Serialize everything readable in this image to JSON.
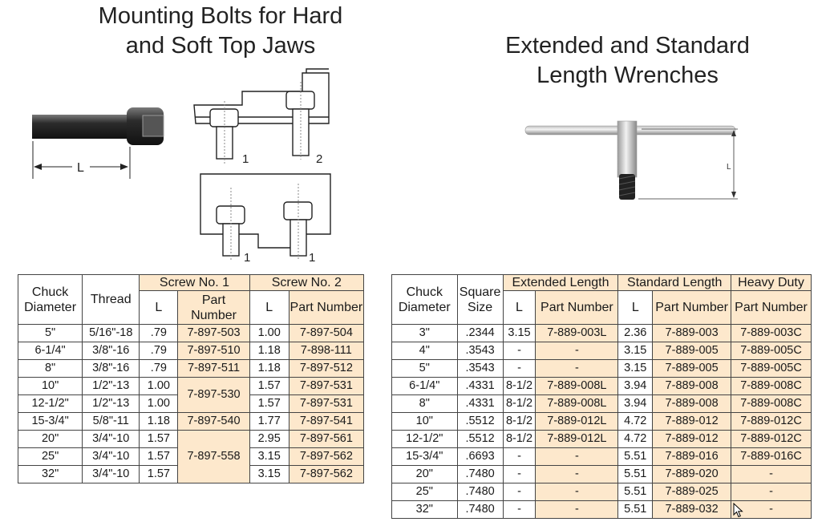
{
  "left": {
    "title_line1": "Mounting Bolts for Hard",
    "title_line2": "and Soft Top Jaws",
    "bolt_dim_label": "L",
    "jaw_labels": [
      "1",
      "2",
      "1",
      "1"
    ],
    "table": {
      "head_chuck": "Chuck Diameter",
      "head_thread": "Thread",
      "head_screw1": "Screw No. 1",
      "head_screw2": "Screw No. 2",
      "head_l": "L",
      "head_part": "Part Number",
      "rows": [
        [
          "5\"",
          "5/16\"-18",
          ".79",
          "7-897-503",
          "1.00",
          "7-897-504"
        ],
        [
          "6-1/4\"",
          "3/8\"-16",
          ".79",
          "7-897-510",
          "1.18",
          "7-898-111"
        ],
        [
          "8\"",
          "3/8\"-16",
          ".79",
          "7-897-511",
          "1.18",
          "7-897-512"
        ],
        [
          "10\"",
          "1/2\"-13",
          "1.00",
          "7-897-530",
          "1.57",
          "7-897-531"
        ],
        [
          "12-1/2\"",
          "1/2\"-13",
          "1.00",
          "",
          "1.57",
          "7-897-531"
        ],
        [
          "15-3/4\"",
          "5/8\"-11",
          "1.18",
          "7-897-540",
          "1.77",
          "7-897-541"
        ],
        [
          "20\"",
          "3/4\"-10",
          "1.57",
          "7-897-558",
          "2.95",
          "7-897-561"
        ],
        [
          "25\"",
          "3/4\"-10",
          "1.57",
          "",
          "3.15",
          "7-897-562"
        ],
        [
          "32\"",
          "3/4\"-10",
          "1.57",
          "",
          "3.15",
          "7-897-562"
        ]
      ]
    }
  },
  "right": {
    "title_line1": "Extended and Standard",
    "title_line2": "Length Wrenches",
    "wrench_dim_label": "L",
    "table": {
      "head_chuck": "Chuck Diameter",
      "head_square": "Square Size",
      "head_ext": "Extended Length",
      "head_std": "Standard Length",
      "head_heavy": "Heavy Duty",
      "head_l": "L",
      "head_part": "Part Number",
      "rows": [
        [
          "3\"",
          ".2344",
          "3.15",
          "7-889-003L",
          "2.36",
          "7-889-003",
          "7-889-003C"
        ],
        [
          "4\"",
          ".3543",
          "-",
          "-",
          "3.15",
          "7-889-005",
          "7-889-005C"
        ],
        [
          "5\"",
          ".3543",
          "-",
          "-",
          "3.15",
          "7-889-005",
          "7-889-005C"
        ],
        [
          "6-1/4\"",
          ".4331",
          "8-1/2",
          "7-889-008L",
          "3.94",
          "7-889-008",
          "7-889-008C"
        ],
        [
          "8\"",
          ".4331",
          "8-1/2",
          "7-889-008L",
          "3.94",
          "7-889-008",
          "7-889-008C"
        ],
        [
          "10\"",
          ".5512",
          "8-1/2",
          "7-889-012L",
          "4.72",
          "7-889-012",
          "7-889-012C"
        ],
        [
          "12-1/2\"",
          ".5512",
          "8-1/2",
          "7-889-012L",
          "4.72",
          "7-889-012",
          "7-889-012C"
        ],
        [
          "15-3/4\"",
          ".6693",
          "-",
          "-",
          "5.51",
          "7-889-016",
          "7-889-016C"
        ],
        [
          "20\"",
          ".7480",
          "-",
          "-",
          "5.51",
          "7-889-020",
          "-"
        ],
        [
          "25\"",
          ".7480",
          "-",
          "-",
          "5.51",
          "7-889-025",
          "-"
        ],
        [
          "32\"",
          ".7480",
          "-",
          "-",
          "5.51",
          "7-889-032",
          "-"
        ]
      ]
    }
  },
  "colors": {
    "header_fill": "#fde8cc",
    "grid": "#444444"
  }
}
